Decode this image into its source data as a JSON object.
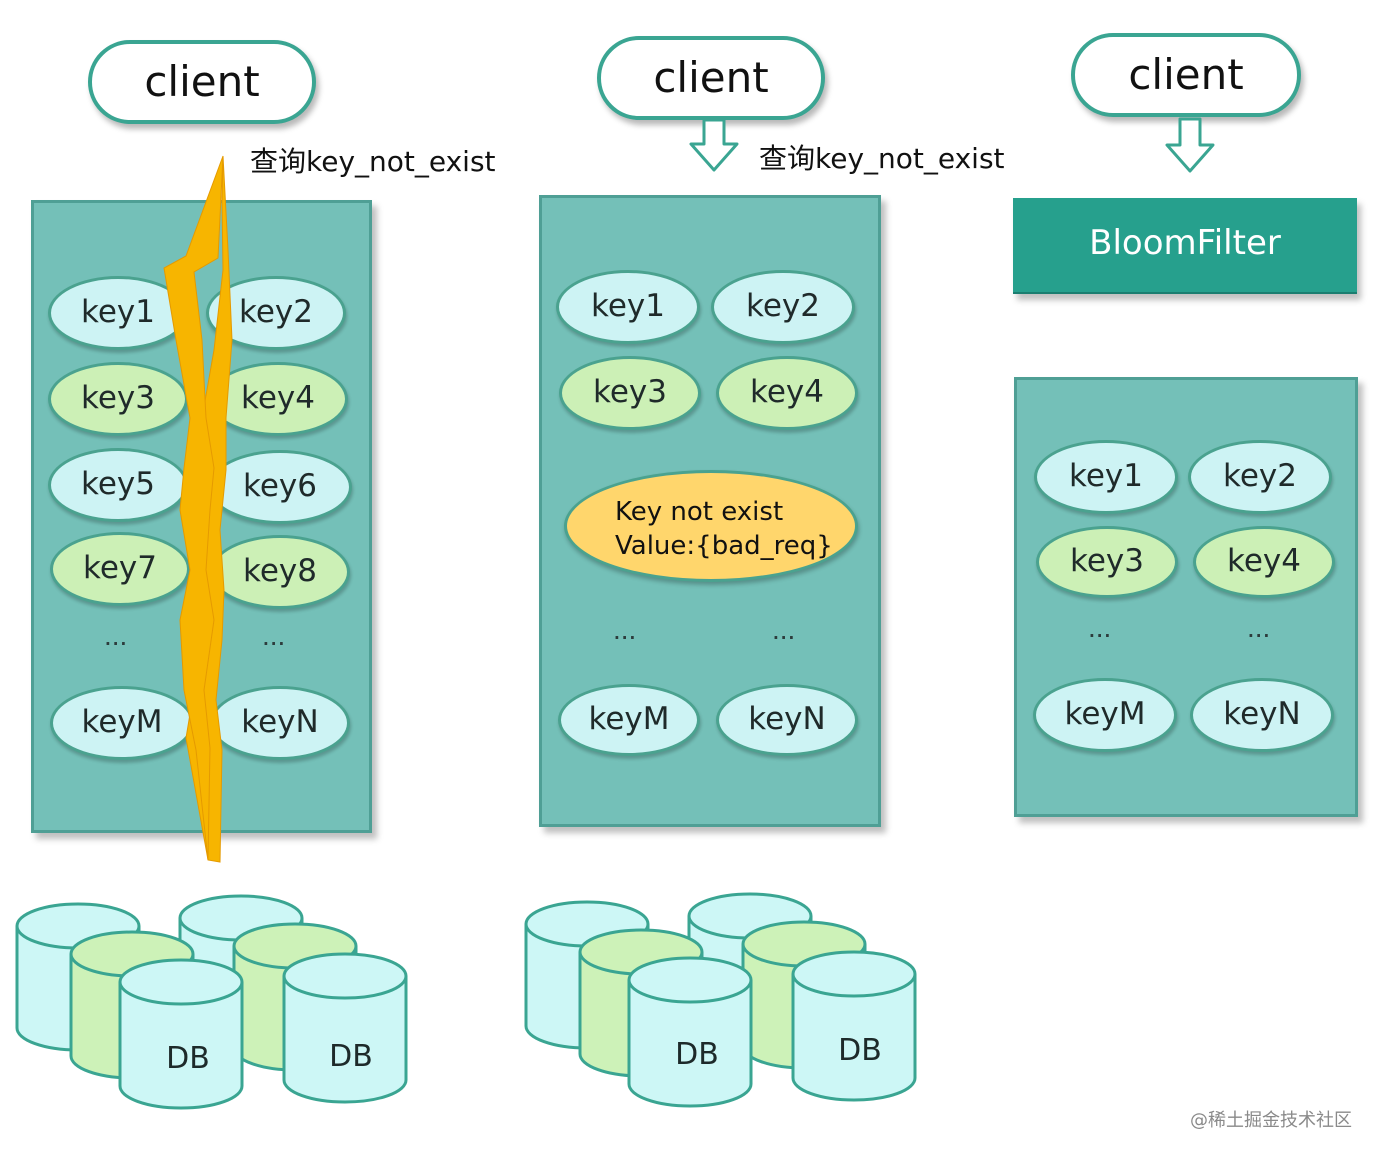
{
  "scenarios": [
    {
      "client_label": "client",
      "query_label": "查询key_not_exist",
      "keys": [
        "key1",
        "key2",
        "key3",
        "key4",
        "key5",
        "key6",
        "key7",
        "key8",
        "keyM",
        "keyN"
      ],
      "ellipsis": [
        "...",
        "..."
      ],
      "db_labels": [
        "DB",
        "DB"
      ]
    },
    {
      "client_label": "client",
      "query_label": "查询key_not_exist",
      "keys": [
        "key1",
        "key2",
        "key3",
        "key4",
        "keyM",
        "keyN"
      ],
      "special_entry": {
        "line1": "Key not exist",
        "line2": "Value:{bad_req}"
      },
      "ellipsis": [
        "...",
        "..."
      ],
      "db_labels": [
        "DB",
        "DB"
      ]
    },
    {
      "client_label": "client",
      "filter_label": "BloomFilter",
      "keys": [
        "key1",
        "key2",
        "key3",
        "key4",
        "keyM",
        "keyN"
      ],
      "ellipsis": [
        "...",
        "..."
      ]
    }
  ],
  "watermark": "@稀土掘金技术社区",
  "colors": {
    "panel": "#74c0b8",
    "key_blue": "#cdf3f4",
    "key_green": "#ccf0b6",
    "outline": "#3aa592",
    "bloomfilter": "#26a08d",
    "lightning": "#f7b500",
    "special_entry": "#ffd66c"
  }
}
